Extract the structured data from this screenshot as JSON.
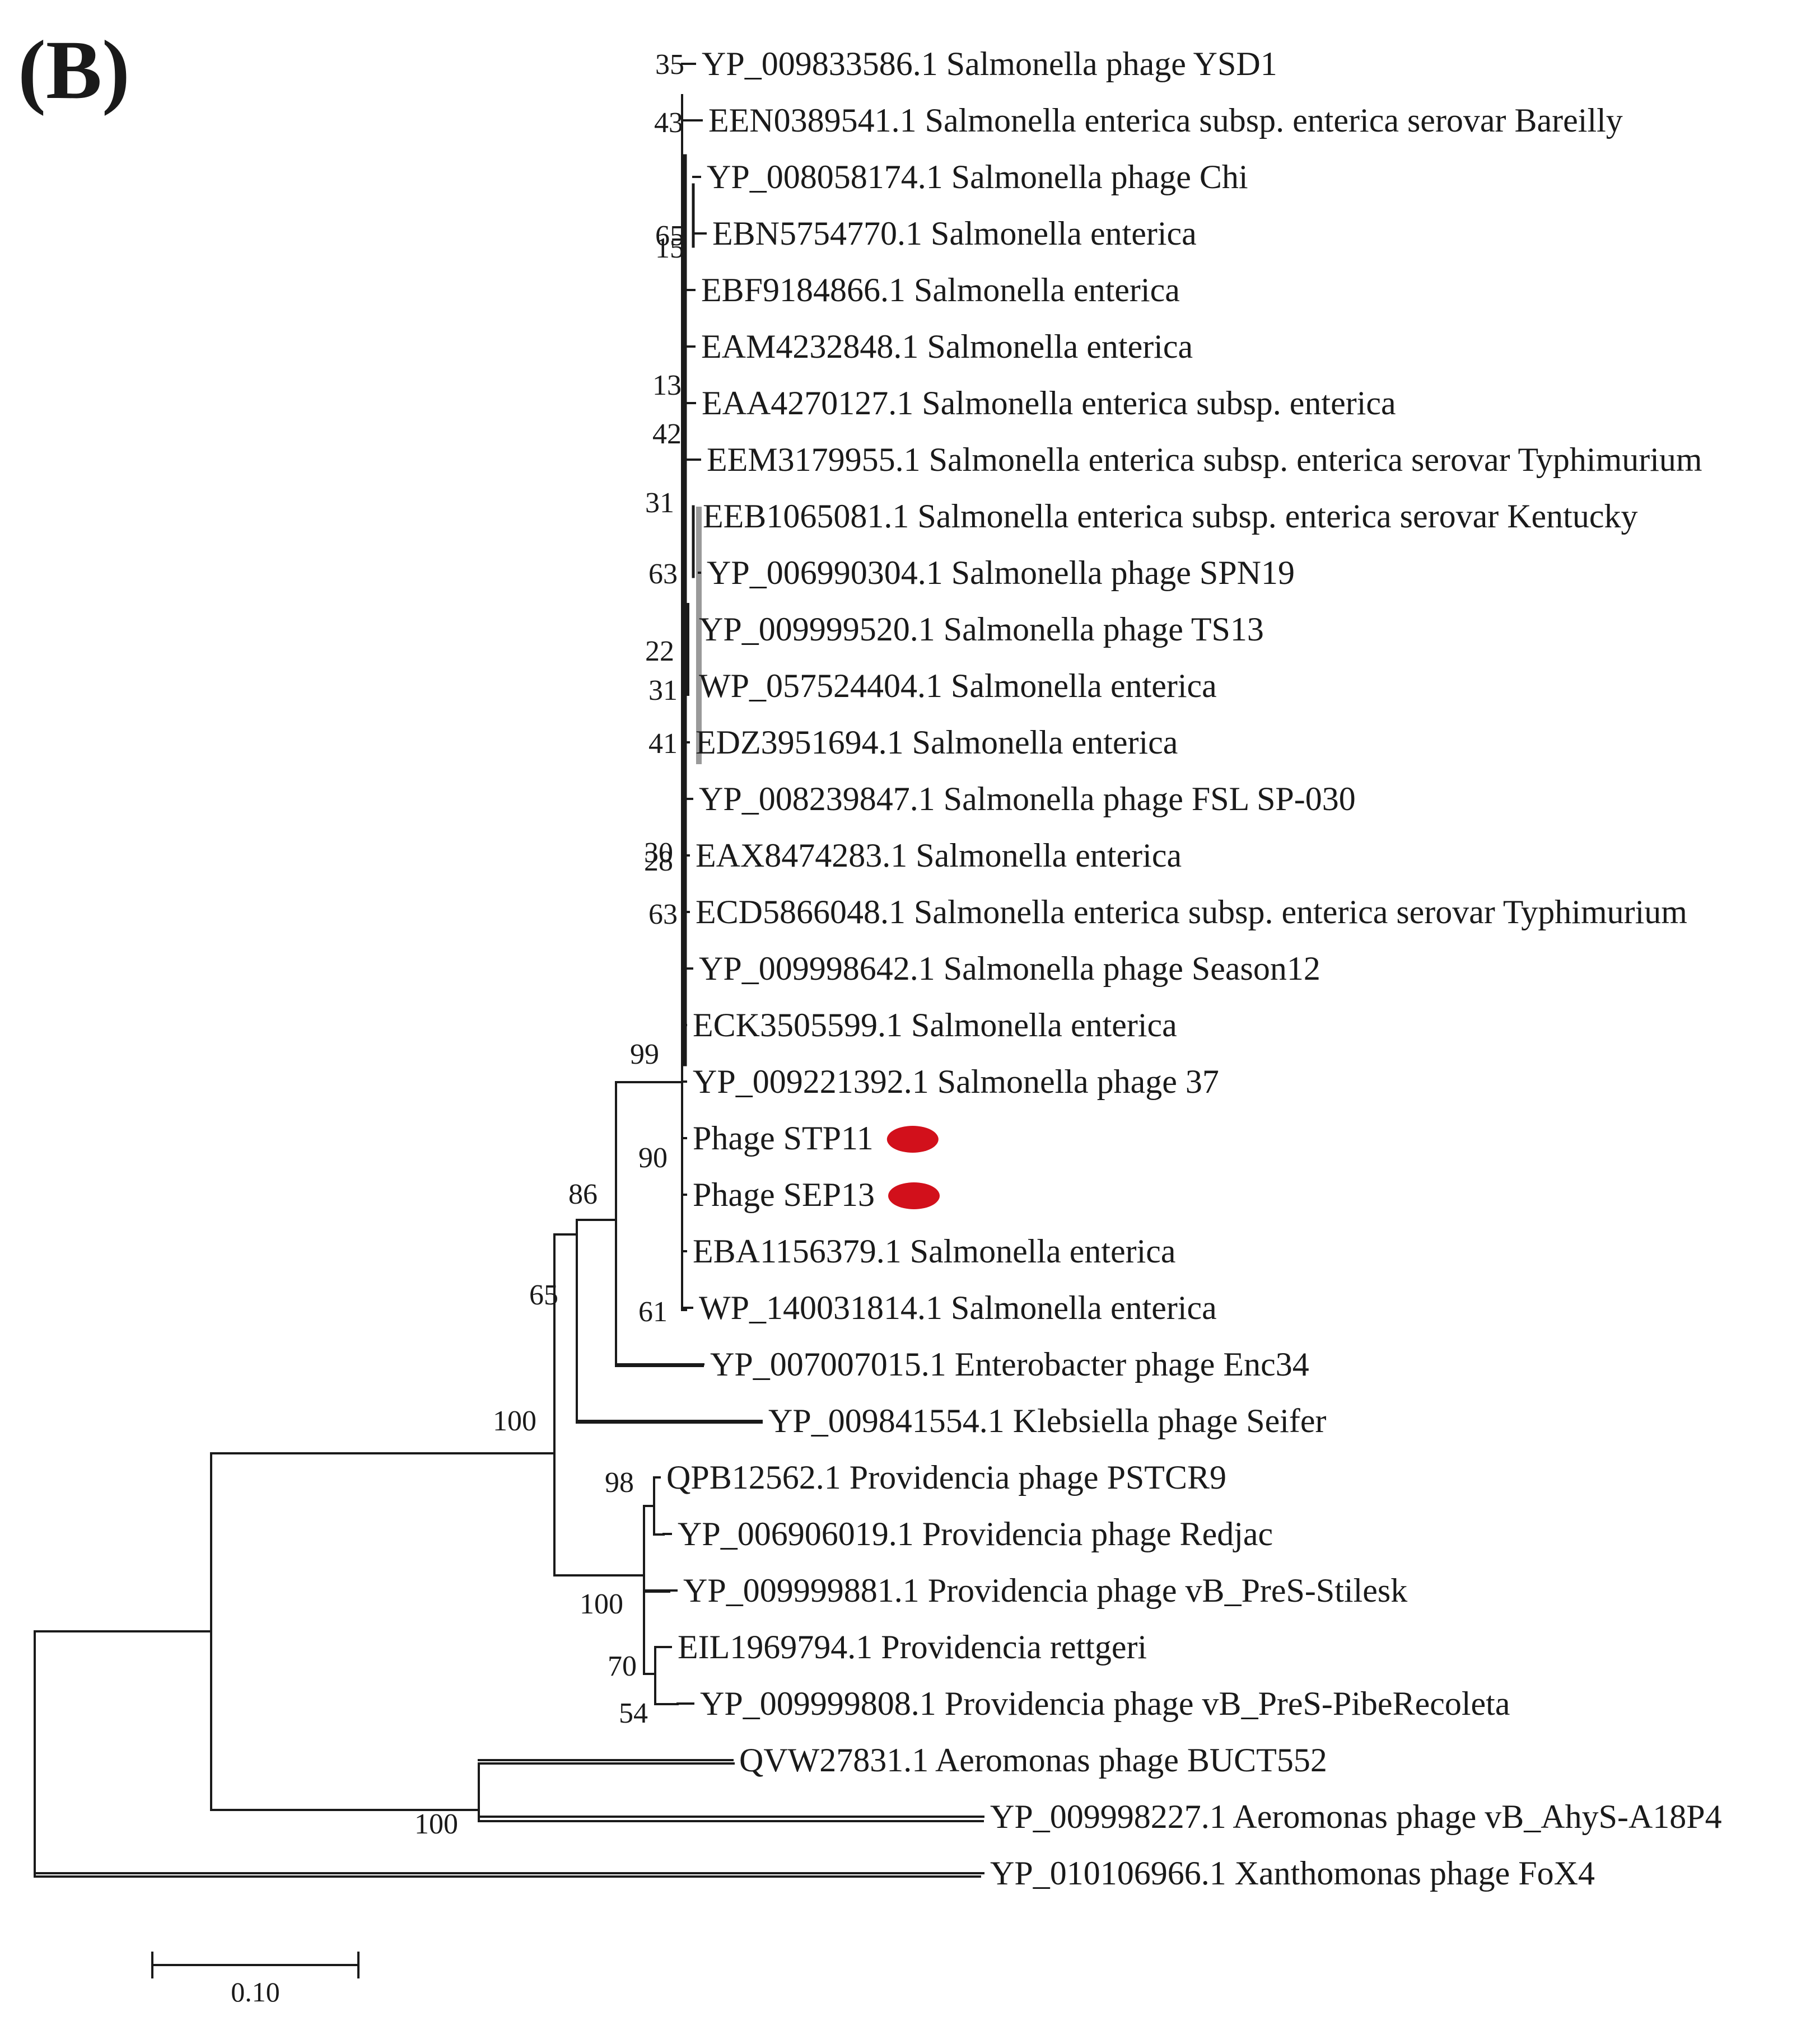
{
  "panel_label": "(B)",
  "taxa": [
    {
      "label": "YP_009833586.1 Salmonella phage YSD1"
    },
    {
      "label": "EEN0389541.1 Salmonella enterica subsp. enterica serovar Bareilly"
    },
    {
      "label": "YP_008058174.1 Salmonella phage Chi"
    },
    {
      "label": "EBN5754770.1 Salmonella enterica"
    },
    {
      "label": "EBF9184866.1 Salmonella enterica"
    },
    {
      "label": "EAM4232848.1 Salmonella enterica"
    },
    {
      "label": "EAA4270127.1 Salmonella enterica subsp. enterica"
    },
    {
      "label": "EEM3179955.1 Salmonella enterica subsp. enterica serovar Typhimurium"
    },
    {
      "label": "EEB1065081.1 Salmonella enterica subsp. enterica serovar Kentucky"
    },
    {
      "label": "YP_006990304.1 Salmonella phage SPN19"
    },
    {
      "label": "YP_009999520.1 Salmonella phage TS13"
    },
    {
      "label": "WP_057524404.1 Salmonella enterica"
    },
    {
      "label": "EDZ3951694.1 Salmonella enterica"
    },
    {
      "label": "YP_008239847.1 Salmonella phage FSL SP-030"
    },
    {
      "label": "EAX8474283.1 Salmonella enterica"
    },
    {
      "label": "ECD5866048.1 Salmonella enterica subsp. enterica serovar Typhimurium"
    },
    {
      "label": "YP_009998642.1 Salmonella phage Season12"
    },
    {
      "label": "ECK3505599.1 Salmonella enterica"
    },
    {
      "label": "YP_009221392.1 Salmonella phage 37"
    },
    {
      "label": "Phage STP11",
      "marker": "#d2101b"
    },
    {
      "label": "Phage SEP13",
      "marker": "#d2101b"
    },
    {
      "label": "EBA1156379.1 Salmonella enterica"
    },
    {
      "label": "WP_140031814.1 Salmonella enterica"
    },
    {
      "label": "YP_007007015.1 Enterobacter phage Enc34"
    },
    {
      "label": "YP_009841554.1 Klebsiella phage Seifer"
    },
    {
      "label": "QPB12562.1 Providencia phage PSTCR9"
    },
    {
      "label": "YP_006906019.1 Providencia phage Redjac"
    },
    {
      "label": "YP_009999881.1 Providencia phage vB_PreS-Stilesk"
    },
    {
      "label": "EIL1969794.1 Providencia rettgeri"
    },
    {
      "label": "YP_009999808.1 Providencia phage vB_PreS-PibeRecoleta"
    },
    {
      "label": "QVW27831.1 Aeromonas phage BUCT552"
    },
    {
      "label": "YP_009998227.1 Aeromonas phage vB_AhyS-A18P4"
    },
    {
      "label": "YP_010106966.1 Xanthomonas phage FoX4"
    }
  ],
  "bootstrap_values": [
    "35",
    "43",
    "65",
    "15",
    "13",
    "42",
    "31",
    "63",
    "22",
    "31",
    "41",
    "30",
    "28",
    "63",
    "99",
    "90",
    "86",
    "61",
    "65",
    "100",
    "98",
    "100",
    "70",
    "54",
    "100"
  ],
  "scale_bar": {
    "label": "0.10",
    "value": 0.1
  },
  "colors": {
    "line": "#1a1a1a",
    "marker": "#d2101b"
  }
}
